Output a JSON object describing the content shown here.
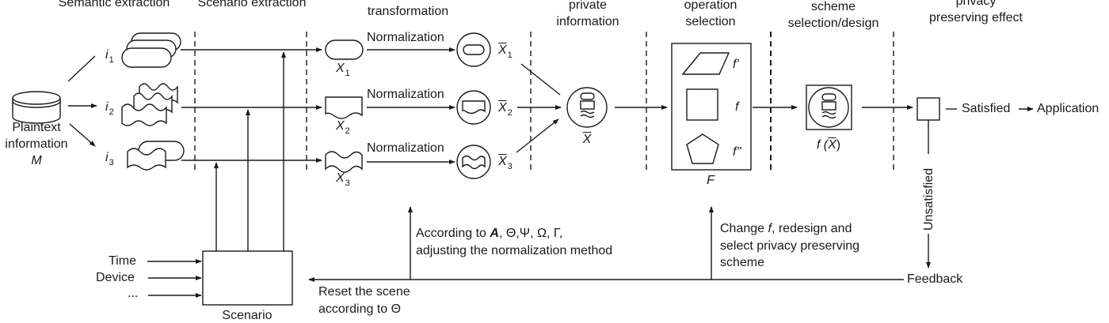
{
  "stages": {
    "semantic": "Semantic extraction",
    "scenario": "Scenario extraction",
    "transform": "transformation",
    "private_line1": "private",
    "private_line2": "information",
    "operation_line1": "operation",
    "operation_line2": "selection",
    "scheme_line1": "scheme",
    "scheme_line2": "selection/design",
    "effect_line1": "privacy",
    "effect_line2": "preserving effect"
  },
  "source": {
    "line1": "Plaintext",
    "line2": "information",
    "symbol": "M"
  },
  "items": [
    {
      "base": "i",
      "sub": "1"
    },
    {
      "base": "i",
      "sub": "2"
    },
    {
      "base": "i",
      "sub": "3"
    }
  ],
  "typed": [
    {
      "base": "X",
      "sub": "1"
    },
    {
      "base": "X",
      "sub": "2"
    },
    {
      "base": "X",
      "sub": "3"
    }
  ],
  "normalization_label": "Normalization",
  "normalized": [
    {
      "base": "X",
      "sub": "1"
    },
    {
      "base": "X",
      "sub": "2"
    },
    {
      "base": "X",
      "sub": "3"
    }
  ],
  "merged": {
    "base": "X"
  },
  "operations": {
    "set": "F",
    "items": [
      "f'",
      "f",
      "f''"
    ]
  },
  "result": {
    "func": "f (",
    "arg": "X",
    "close": ")"
  },
  "decision": {
    "satisfied": "Satisfied",
    "application": "Application",
    "unsatisfied": "Unsatisfied",
    "feedback": "Feedback"
  },
  "scenario": {
    "box_label": "Scenario",
    "inputs": [
      "Time",
      "Device",
      "..."
    ]
  },
  "feedback_notes": {
    "adjust_prefix": "According to ",
    "adjust_bold": "A",
    "adjust_rest": ", Θ,Ψ, Ω, Γ,",
    "adjust_line2": "adjusting the normalization method",
    "change_prefix": "Change ",
    "change_f": "f",
    "change_rest": ", redesign and",
    "change_line2": "select privacy preserving",
    "change_line3": "scheme",
    "reset_line1": "Reset the scene",
    "reset_line2": "according to Θ"
  }
}
